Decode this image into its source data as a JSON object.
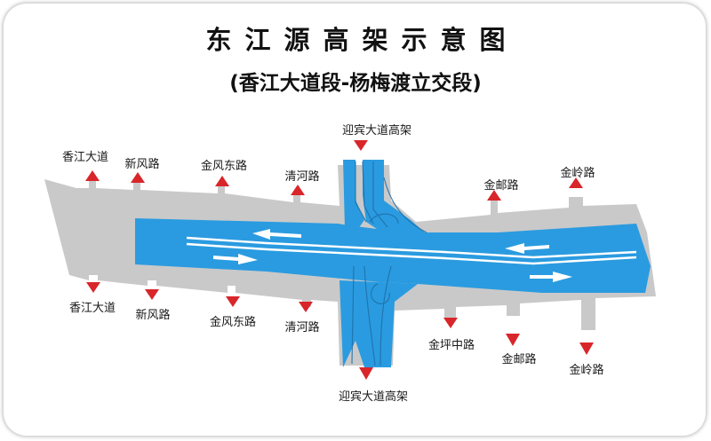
{
  "title": "东江源高架示意图",
  "subtitle": "(香江大道段-杨梅渡立交段)",
  "colors": {
    "road": "#c9c9c9",
    "elevated": "#2a9be0",
    "arrow": "#d8262a",
    "line": "#ffffff"
  },
  "labels": {
    "top_left_1": "香江大道",
    "top_left_2": "新风路",
    "top_left_3": "金风东路",
    "top_left_4": "清河路",
    "top_center": "迎宾大道高架",
    "top_right_1": "金邮路",
    "top_right_2": "金岭路",
    "bottom_left_1": "香江大道",
    "bottom_left_2": "新风路",
    "bottom_left_3": "金风东路",
    "bottom_left_4": "清河路",
    "bottom_center": "迎宾大道高架",
    "bottom_right_1": "金坪中路",
    "bottom_right_2": "金邮路",
    "bottom_right_3": "金岭路"
  }
}
